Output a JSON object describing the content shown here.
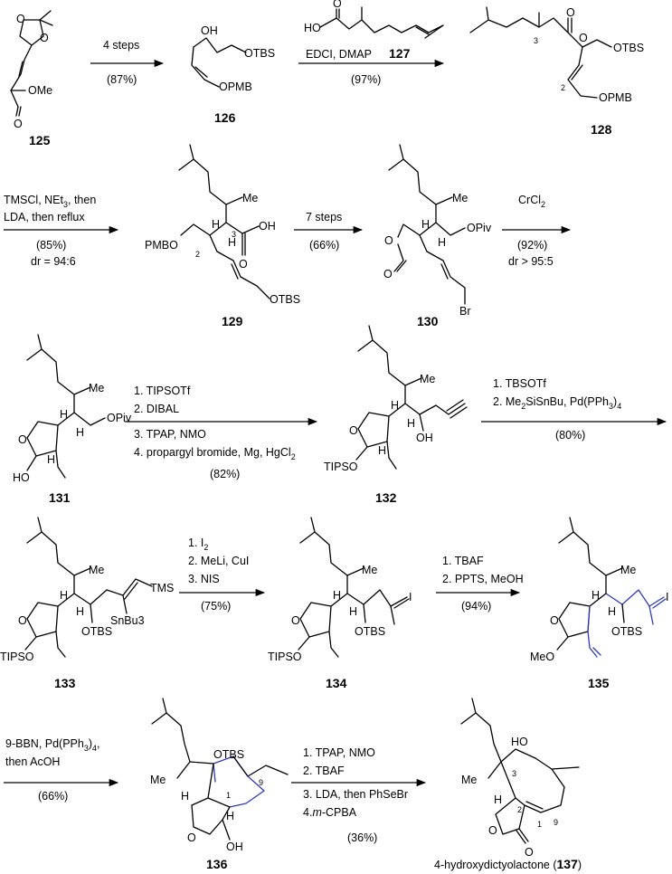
{
  "compounds": {
    "c125": {
      "number": "125",
      "groups": [
        "O",
        "O",
        "OMe",
        "O"
      ]
    },
    "c126": {
      "number": "126",
      "groups": [
        "OH",
        "OTBS",
        "OPMB"
      ]
    },
    "c127": {
      "number": "127",
      "groups": [
        "HO",
        "O"
      ]
    },
    "c128": {
      "number": "128",
      "groups": [
        "O",
        "O",
        "OTBS",
        "OPMB"
      ],
      "locants": [
        "3",
        "2"
      ]
    },
    "c129": {
      "number": "129",
      "groups": [
        "Me",
        "OH",
        "O",
        "PMBO",
        "OTBS",
        "H",
        "H"
      ],
      "locants": [
        "3",
        "2"
      ]
    },
    "c130": {
      "number": "130",
      "groups": [
        "Me",
        "OPiv",
        "O",
        "O",
        "Br",
        "H",
        "H"
      ]
    },
    "c131": {
      "number": "131",
      "groups": [
        "Me",
        "OPiv",
        "O",
        "HO",
        "H",
        "H",
        "H"
      ]
    },
    "c132": {
      "number": "132",
      "groups": [
        "Me",
        "OH",
        "O",
        "TIPSO",
        "H",
        "H",
        "H"
      ]
    },
    "c133": {
      "number": "133",
      "groups": [
        "Me",
        "TMS",
        "SnBu3",
        "OTBS",
        "O",
        "TIPSO",
        "H",
        "H"
      ]
    },
    "c134": {
      "number": "134",
      "groups": [
        "Me",
        "I",
        "OTBS",
        "O",
        "TIPSO",
        "H",
        "H"
      ]
    },
    "c135": {
      "number": "135",
      "groups": [
        "Me",
        "I",
        "OTBS",
        "O",
        "MeO",
        "H",
        "H"
      ]
    },
    "c136": {
      "number": "136",
      "groups": [
        "OTBS",
        "Me",
        "H",
        "H",
        "O",
        "OH"
      ],
      "locants": [
        "1",
        "9"
      ]
    },
    "c137": {
      "number": "137",
      "name": "4-hydroxydictyolactone (137)",
      "name_prefix": "4-hydroxydictyolactone (",
      "name_suffix": ")",
      "groups": [
        "HO",
        "Me",
        "H",
        "O",
        "O"
      ],
      "locants": [
        "3",
        "2",
        "1",
        "9"
      ]
    }
  },
  "steps": {
    "s1": {
      "lines": [
        "4 steps"
      ],
      "yield": "(87%)"
    },
    "s2": {
      "reagent_main": "EDCI, DMAP",
      "reagent_ref": "127",
      "yield": "(97%)"
    },
    "s3": {
      "line1": "TMSCl, NEt",
      "line1_sub": "3",
      "line1_tail": ", then",
      "line2": "LDA, then reflux",
      "yield": "(85%)",
      "dr": "dr = 94:6"
    },
    "s4": {
      "lines": [
        "7 steps"
      ],
      "yield": "(66%)"
    },
    "s5": {
      "reagent": "CrCl",
      "reagent_sub": "2",
      "yield": "(92%)",
      "dr": "dr > 95:5"
    },
    "s6": {
      "lines": [
        "1. TIPSOTf",
        "2. DIBAL",
        "3. TPAP, NMO"
      ],
      "line4": "4. propargyl bromide, Mg, HgCl",
      "line4_sub": "2",
      "yield": "(82%)"
    },
    "s7": {
      "line1": "1. TBSOTf",
      "line2_a": "2. Me",
      "line2_sub1": "2",
      "line2_b": "SiSnBu, Pd(PPh",
      "line2_sub2": "3",
      "line2_c": ")",
      "line2_sub3": "4",
      "yield": "(80%)"
    },
    "s8": {
      "line1": "1. I",
      "line1_sub": "2",
      "lines": [
        "2. MeLi, CuI",
        "3. NIS"
      ],
      "yield": "(75%)"
    },
    "s9": {
      "lines": [
        "1. TBAF",
        "2. PPTS, MeOH"
      ],
      "yield": "(94%)"
    },
    "s10": {
      "line1": "9-BBN, Pd(PPh",
      "line1_sub": "3",
      "line1_tail": ")",
      "line1_sub2": "4",
      "line1_end": ",",
      "line2": "then AcOH",
      "yield": "(66%)"
    },
    "s11": {
      "lines": [
        "1. TPAP, NMO",
        "2. TBAF",
        "3. LDA, then PhSeBr"
      ],
      "line4": "4.",
      "line4_it": "m",
      "line4_tail": "-CPBA",
      "yield": "(36%)"
    }
  },
  "colors": {
    "highlight": "#2e3bbf",
    "ink": "#000000"
  }
}
